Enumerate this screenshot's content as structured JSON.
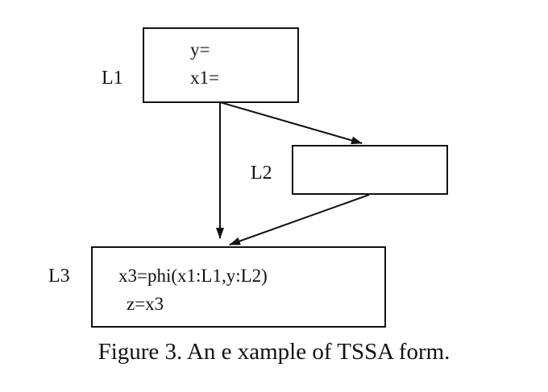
{
  "diagram": {
    "blocks": [
      {
        "id": "L1",
        "label": "L1",
        "lines": [
          "y=",
          "x1="
        ]
      },
      {
        "id": "L2",
        "label": "L2",
        "lines": []
      },
      {
        "id": "L3",
        "label": "L3",
        "lines": [
          "x3=phi(x1:L1,y:L2)",
          "z=x3"
        ]
      }
    ],
    "edges": [
      {
        "from": "L1",
        "to": "L2"
      },
      {
        "from": "L1",
        "to": "L3"
      },
      {
        "from": "L2",
        "to": "L3"
      }
    ]
  },
  "caption": "Figure 3. An e xample of TSSA form.",
  "colors": {
    "stroke": "#111111",
    "background": "#ffffff"
  }
}
